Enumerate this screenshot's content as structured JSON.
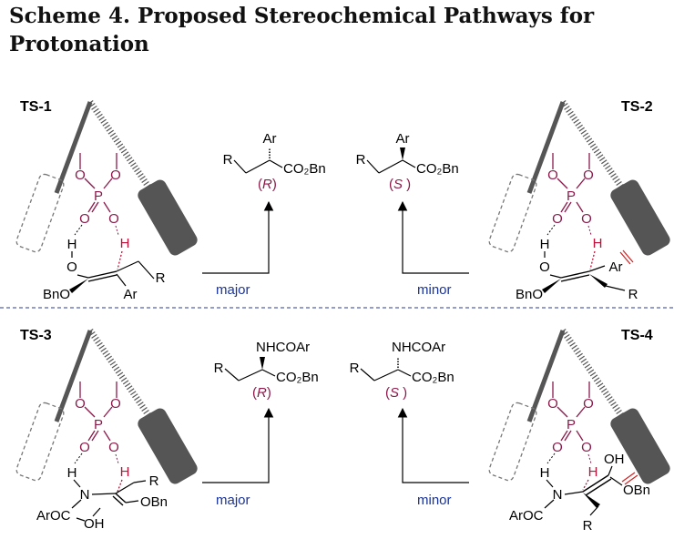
{
  "scheme": {
    "title_line1": "Scheme 4. Proposed Stereochemical Pathways for",
    "title_line2": "Protonation"
  },
  "panels": {
    "ts1": {
      "label": "TS-1",
      "atoms": {
        "o1": "O",
        "o2": "O",
        "p": "P",
        "o3": "O",
        "o4": "O",
        "h_oh": "H",
        "o_en": "O",
        "h_p": "H",
        "r": "R",
        "bno": "BnO",
        "ar": "Ar"
      }
    },
    "ts2": {
      "label": "TS-2",
      "atoms": {
        "o1": "O",
        "o2": "O",
        "p": "P",
        "o3": "O",
        "o4": "O",
        "h_oh": "H",
        "o_en": "O",
        "h_p": "H",
        "ar": "Ar",
        "bno": "BnO",
        "r": "R"
      }
    },
    "ts3": {
      "label": "TS-3",
      "atoms": {
        "o1": "O",
        "o2": "O",
        "p": "P",
        "o3": "O",
        "o4": "O",
        "h_nh": "H",
        "n": "N",
        "h_p": "H",
        "r": "R",
        "aroc": "ArOC",
        "oh": "OH",
        "obn": "OBn"
      }
    },
    "ts4": {
      "label": "TS-4",
      "atoms": {
        "o1": "O",
        "o2": "O",
        "p": "P",
        "o3": "O",
        "o4": "O",
        "h_nh": "H",
        "n": "N",
        "h_p": "H",
        "oh": "OH",
        "obn": "OBn",
        "aroc": "ArOC",
        "r": "R"
      }
    }
  },
  "products": {
    "p1": {
      "r": "R",
      "ar": "Ar",
      "ester": "CO₂Bn",
      "config_open": "(",
      "config": "R",
      "config_close": ")"
    },
    "p2": {
      "r": "R",
      "ar": "Ar",
      "ester": "CO₂Bn",
      "config_open": "(",
      "config": "S",
      "config_close": " )"
    },
    "p3": {
      "r": "R",
      "sub": "NHCOAr",
      "ester": "CO₂Bn",
      "config_open": "(",
      "config": "R",
      "config_close": ")"
    },
    "p4": {
      "r": "R",
      "sub": "NHCOAr",
      "ester": "CO₂Bn",
      "config_open": "(",
      "config": "S",
      "config_close": " )"
    }
  },
  "pathways": {
    "top_left": "major",
    "top_right": "minor",
    "bottom_left": "major",
    "bottom_right": "minor"
  },
  "colors": {
    "phosphate": "#8b1a4a",
    "highlight_h": "#c0103a",
    "pathway_label": "#1a3399",
    "divider": "#2a3a99",
    "catalyst_fill": "#555555"
  }
}
